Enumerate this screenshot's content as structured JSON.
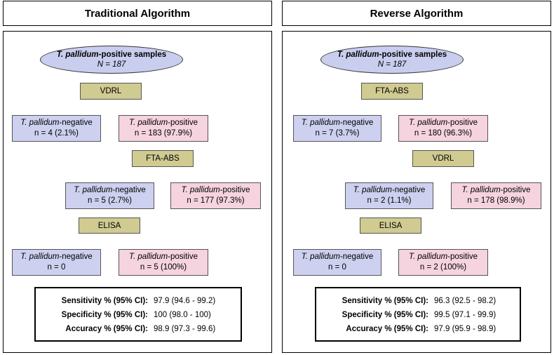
{
  "left": {
    "title": "Traditional Algorithm",
    "root": {
      "line1_italic": "T. pallidum",
      "line1_rest": "-positive samples",
      "line2": "N = 187"
    },
    "test1": "VDRL",
    "neg1": {
      "name_italic": "T. pallidum",
      "name_rest": "-negative",
      "count": "n = 4 (2.1%)"
    },
    "pos1": {
      "name_italic": "T. pallidum",
      "name_rest": "-positive",
      "count": "n = 183 (97.9%)"
    },
    "test2": "FTA-ABS",
    "neg2": {
      "name_italic": "T. pallidum",
      "name_rest": "-negative",
      "count": "n = 5 (2.7%)"
    },
    "pos2": {
      "name_italic": "T. pallidum",
      "name_rest": "-positive",
      "count": "n = 177 (97.3%)"
    },
    "test3": "ELISA",
    "neg3": {
      "name_italic": "T. pallidum",
      "name_rest": "-negative",
      "count": "n = 0"
    },
    "pos3": {
      "name_italic": "T. pallidum",
      "name_rest": "-positive",
      "count": "n = 5 (100%)"
    },
    "stats": [
      {
        "label": "Sensitivity % (95% CI):",
        "value": "97.9 (94.6 - 99.2)"
      },
      {
        "label": "Specificity % (95% CI):",
        "value": "100 (98.0 - 100)"
      },
      {
        "label": "Accuracy % (95% CI):",
        "value": "98.9 (97.3 - 99.6)"
      }
    ]
  },
  "right": {
    "title": "Reverse Algorithm",
    "root": {
      "line1_italic": "T. pallidum",
      "line1_rest": "-positive samples",
      "line2": "N = 187"
    },
    "test1": "FTA-ABS",
    "neg1": {
      "name_italic": "T. pallidum",
      "name_rest": "-negative",
      "count": "n = 7 (3.7%)"
    },
    "pos1": {
      "name_italic": "T. pallidum",
      "name_rest": "-positive",
      "count": "n = 180 (96.3%)"
    },
    "test2": "VDRL",
    "neg2": {
      "name_italic": "T. pallidum",
      "name_rest": "-negative",
      "count": "n = 2 (1.1%)"
    },
    "pos2": {
      "name_italic": "T. pallidum",
      "name_rest": "-positive",
      "count": "n = 178 (98.9%)"
    },
    "test3": "ELISA",
    "neg3": {
      "name_italic": "T. pallidum",
      "name_rest": "-negative",
      "count": "n = 0"
    },
    "pos3": {
      "name_italic": "T. pallidum",
      "name_rest": "-positive",
      "count": "n = 2 (100%)"
    },
    "stats": [
      {
        "label": "Sensitivity % (95% CI):",
        "value": "96.3 (92.5 - 98.2)"
      },
      {
        "label": "Specificity % (95% CI):",
        "value": "99.5 (97.1 - 99.9)"
      },
      {
        "label": "Accuracy % (95% CI):",
        "value": "97.9 (95.9 - 98.9)"
      }
    ]
  }
}
